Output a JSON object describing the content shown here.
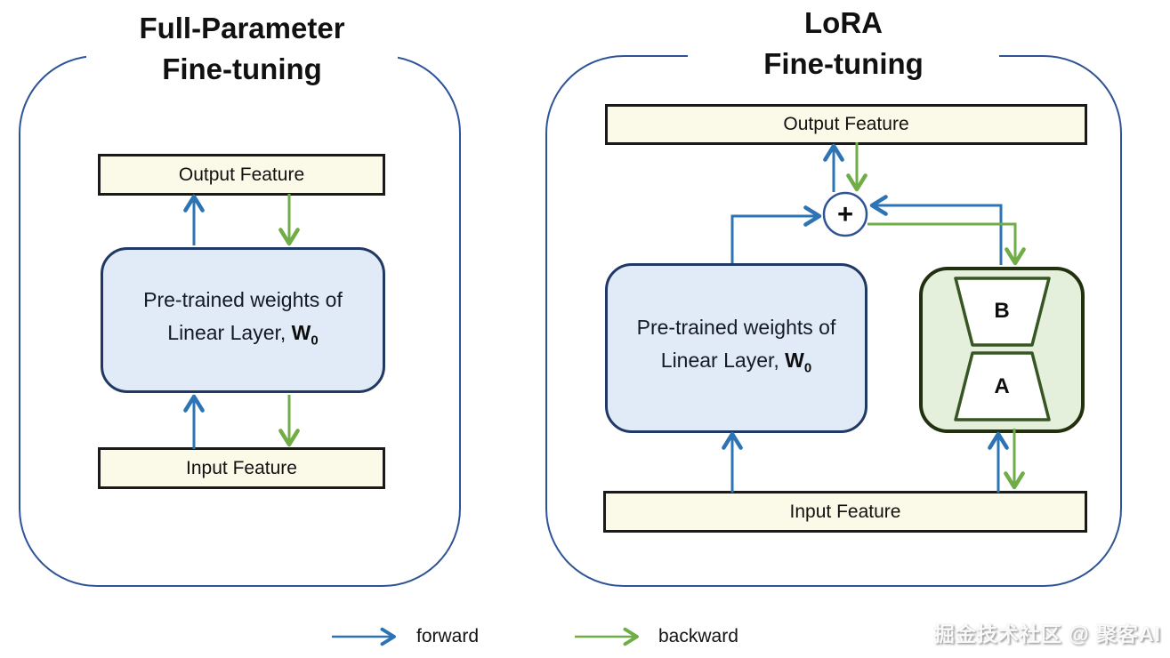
{
  "colors": {
    "forward": "#2E74B5",
    "backward": "#70AD47",
    "container_border": "#2F5496",
    "adder_border": "#2F5496",
    "box_blue_fill": "#E0EBF7",
    "box_blue_border": "#1F3864",
    "box_cream_fill": "#FBF9E8",
    "box_cream_border": "#1A1A1A",
    "lora_fill": "#E5F0DC",
    "lora_border": "#22300F",
    "trapezoid_border": "#375623",
    "text": "#111111"
  },
  "left_panel": {
    "title_line1": "Full-Parameter",
    "title_line2": "Fine-tuning",
    "output_box": "Output Feature",
    "weights_line1": "Pre-trained weights of",
    "weights_line2": "Linear Layer, ",
    "weights_symbol": "W",
    "weights_subscript": "0",
    "input_box": "Input Feature"
  },
  "right_panel": {
    "title_line1": "LoRA",
    "title_line2": "Fine-tuning",
    "output_box": "Output Feature",
    "weights_line1": "Pre-trained weights of",
    "weights_line2": "Linear Layer, ",
    "weights_symbol": "W",
    "weights_subscript": "0",
    "input_box": "Input Feature",
    "adder_symbol": "+",
    "lora_b_label": "B",
    "lora_a_label": "A"
  },
  "legend": {
    "forward_label": "forward",
    "backward_label": "backward"
  },
  "watermark": "掘金技术社区 @ 聚客AI"
}
